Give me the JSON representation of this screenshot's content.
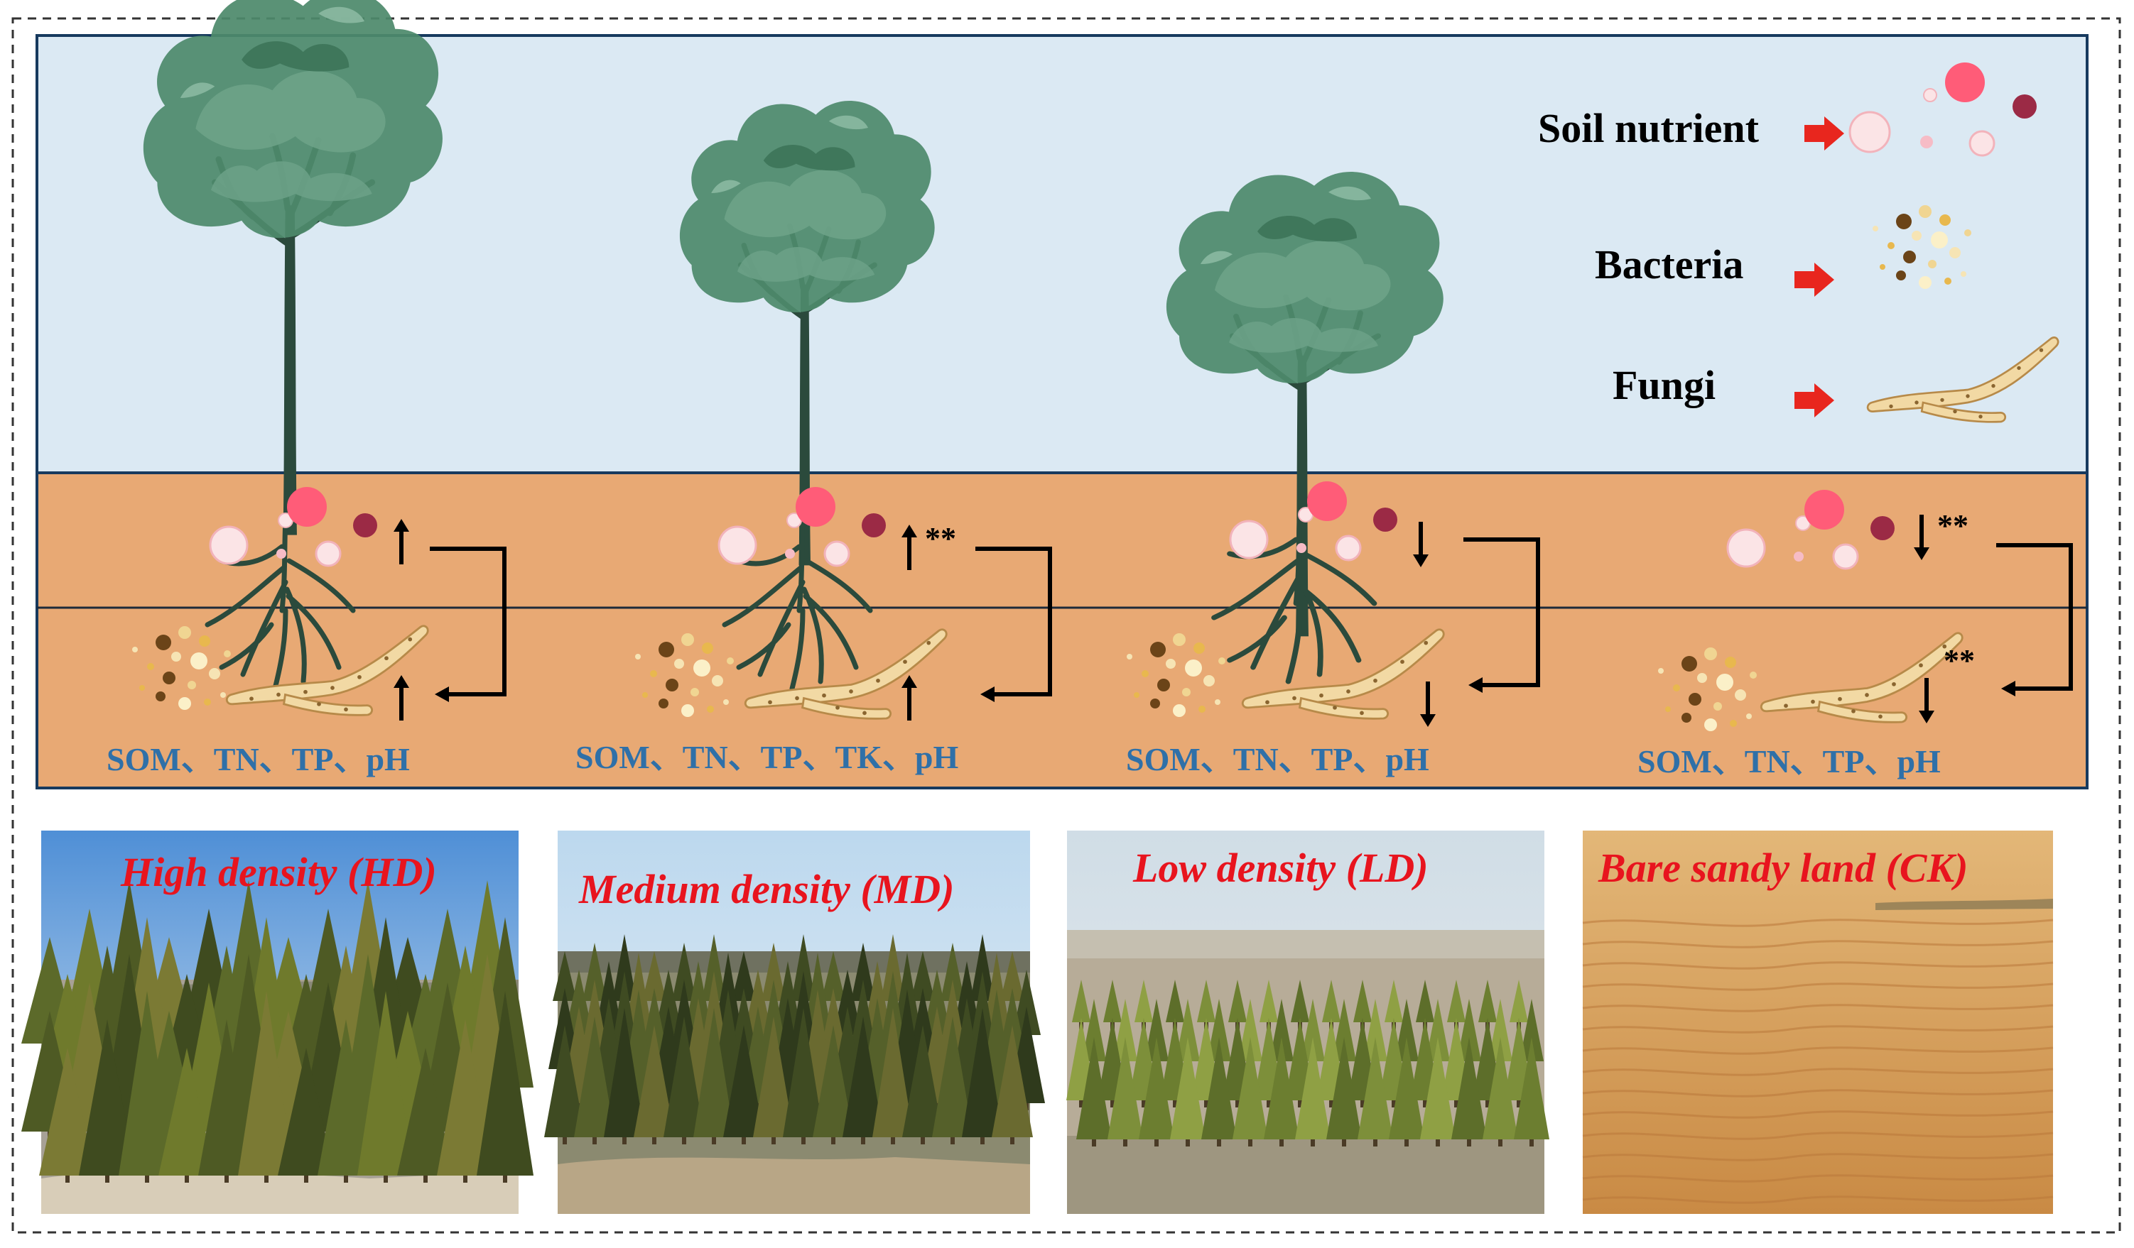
{
  "legend": {
    "soil_nutrient": "Soil nutrient",
    "bacteria": "Bacteria",
    "fungi": "Fungi"
  },
  "stands": [
    {
      "id": "hd",
      "indicator_label": "SOM、TN、TP、pH",
      "nutrient_trend": "up",
      "nutrient_significance": "",
      "microbe_trend": "up",
      "microbe_significance": "",
      "photo_label": "High density (HD)",
      "photo_scene": "dense-pine-forest"
    },
    {
      "id": "md",
      "indicator_label": "SOM、TN、TP、TK、pH",
      "nutrient_trend": "up",
      "nutrient_significance": "**",
      "microbe_trend": "up",
      "microbe_significance": "",
      "photo_label": "Medium density (MD)",
      "photo_scene": "medium-pine-forest"
    },
    {
      "id": "ld",
      "indicator_label": "SOM、TN、TP、pH",
      "nutrient_trend": "down",
      "nutrient_significance": "",
      "microbe_trend": "down",
      "microbe_significance": "",
      "photo_label": "Low density (LD)",
      "photo_scene": "sparse-pine-plantation"
    },
    {
      "id": "ck",
      "indicator_label": "SOM、TN、TP、pH",
      "nutrient_trend": "down",
      "nutrient_significance": "**",
      "microbe_trend": "down",
      "microbe_significance": "**",
      "photo_label": "Bare sandy land  (CK)",
      "photo_scene": "bare-sand-dune"
    }
  ],
  "colors": {
    "sky": "#dbe9f3",
    "soil": "#e8a974",
    "tree_canopy": "#4e8a6c",
    "tree_trunk": "#2b4a3c",
    "nutrient_pink": "#f5c7cc",
    "nutrient_hot": "#ff5c78",
    "nutrient_dark": "#9b2a45",
    "bacteria_light": "#f0d592",
    "bacteria_dark": "#6b4418",
    "fungi": "#f2d9a4",
    "arrow_red": "#e8261e",
    "photo_label": "#e8141e",
    "indicator_text": "#2f70a8"
  }
}
